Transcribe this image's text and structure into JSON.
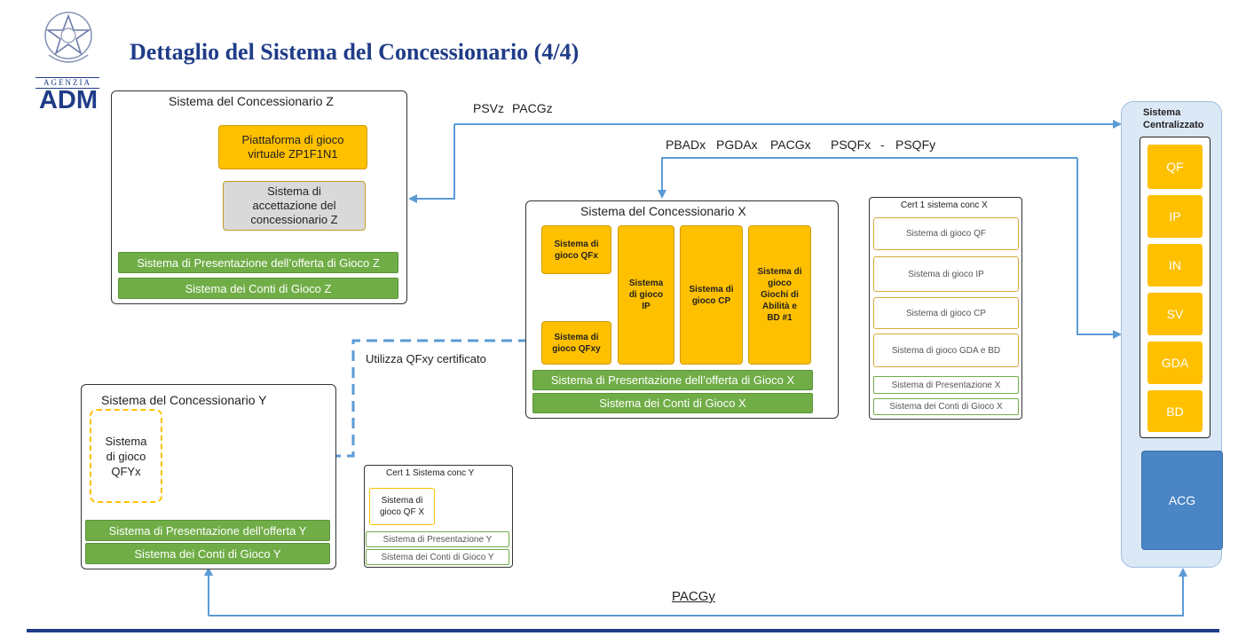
{
  "header": {
    "title": "Dettaglio del Sistema del Concessionario (4/4)",
    "logo": {
      "agenzia": "AGENZIA",
      "adm": "ADM",
      "emblem_icon": "italian-republic-emblem-icon"
    }
  },
  "conc_z": {
    "title": "Sistema del Concessionario Z",
    "piattaforma": "Piattaforma di gioco virtuale ZP1F1N1",
    "accettazione": "Sistema di accettazione del concessionario Z",
    "presentazione": "Sistema di Presentazione dell’offerta di Gioco Z",
    "conti": "Sistema dei Conti di Gioco Z"
  },
  "conc_x": {
    "title": "Sistema del Concessionario X",
    "qfx": "Sistema di gioco QFx",
    "qfxy": "Sistema di gioco QFxy",
    "ip": "Sistema di gioco IP",
    "cp": "Sistema di gioco CP",
    "giochi": "Sistema di gioco Giochi di Abilità e BD #1",
    "presentazione": "Sistema di Presentazione dell’offerta di Gioco X",
    "conti": "Sistema dei Conti di Gioco X"
  },
  "cert_x": {
    "title": "Cert 1 sistema conc X",
    "items": [
      "Sistema di gioco QF",
      "Sistema di gioco IP",
      "Sistema di gioco CP",
      "Sistema di gioco  GDA e BD"
    ],
    "presentazione": "Sistema di Presentazione X",
    "conti": "Sistema dei Conti di Gioco X"
  },
  "conc_y": {
    "title": "Sistema del Concessionario Y",
    "qfyx": "Sistema di gioco QFYx",
    "presentazione": "Sistema di Presentazione dell’offerta Y",
    "conti": "Sistema dei Conti di Gioco Y"
  },
  "cert_y": {
    "title": "Cert 1 Sistema conc Y",
    "item": "Sistema di gioco QF X",
    "presentazione": "Sistema di Presentazione Y",
    "conti": "Sistema dei Conti di Gioco Y"
  },
  "central": {
    "title": "Sistema Centralizzato",
    "items": [
      "QF",
      "IP",
      "IN",
      "SV",
      "GDA",
      "BD"
    ],
    "acg": "ACG"
  },
  "flows": {
    "psvz": "PSVz",
    "pacgz": "PACGz",
    "pbadx": "PBADx",
    "pgdax": "PGDAx",
    "pacgx": "PACGx",
    "psqfx": "PSQFx",
    "dash": "-",
    "psqfy": "PSQFy",
    "utilizza": "Utilizza QFxy certificato",
    "pacgy": "PACGy"
  },
  "colors": {
    "title_blue": "#1f3c88",
    "orange": "#ffc000",
    "green": "#70ad47",
    "grey": "#d9d9d9",
    "arrow_blue": "#5b9bd5",
    "central_bg": "#dbe8f5",
    "acg_blue": "#4a86c5"
  }
}
